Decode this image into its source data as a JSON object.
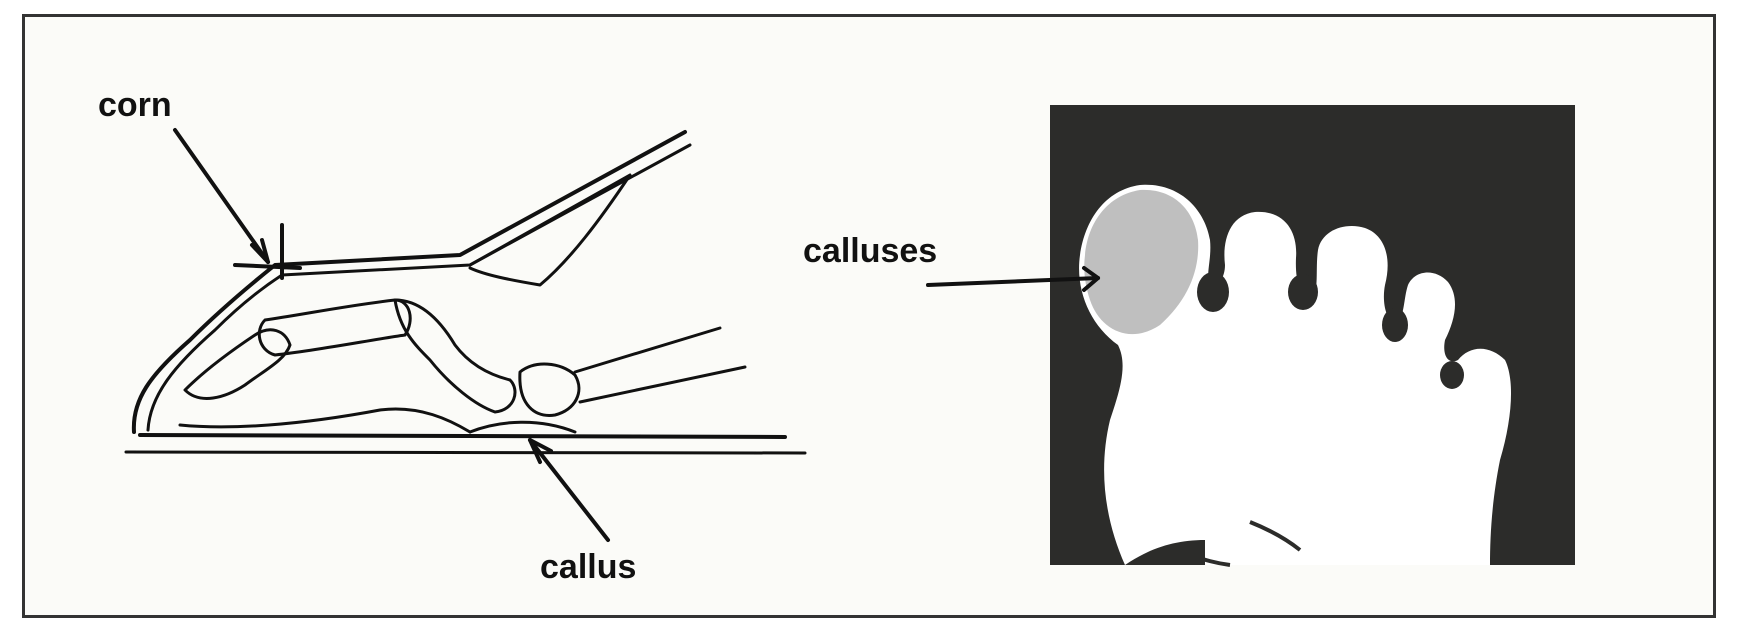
{
  "labels": {
    "corn": "corn",
    "callus": "callus",
    "calluses": "calluses"
  },
  "colors": {
    "ink": "#111111",
    "panel_background": "#2c2c2a",
    "foot_fill": "#ffffff",
    "page_background": "#fbfbf8"
  }
}
